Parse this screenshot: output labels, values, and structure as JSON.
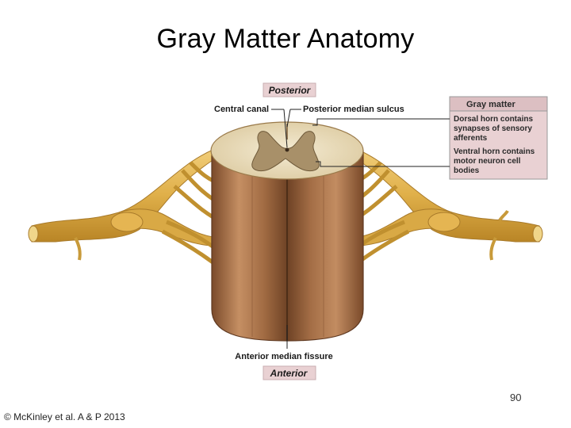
{
  "title": "Gray Matter Anatomy",
  "labels": {
    "posterior": "Posterior",
    "anterior": "Anterior",
    "central_canal": "Central canal",
    "posterior_median_sulcus": "Posterior median sulcus",
    "anterior_median_fissure": "Anterior median fissure"
  },
  "gray_matter_box": {
    "heading": "Gray matter",
    "dorsal_lines": [
      "Dorsal horn contains",
      "synapses of sensory",
      "afferents"
    ],
    "ventral_lines": [
      "Ventral horn contains",
      "motor neuron cell",
      "bodies"
    ]
  },
  "page_number": "90",
  "credit": "© McKinley et al. A & P 2013",
  "colors": {
    "nerve": "#e0b04a",
    "nerve_dark": "#b98526",
    "cord": "#a87148",
    "cord_light": "#d7aa80",
    "white_matter": "#ede2c5",
    "gray_matter": "#a89069",
    "label_box": "#e9d1d3"
  }
}
